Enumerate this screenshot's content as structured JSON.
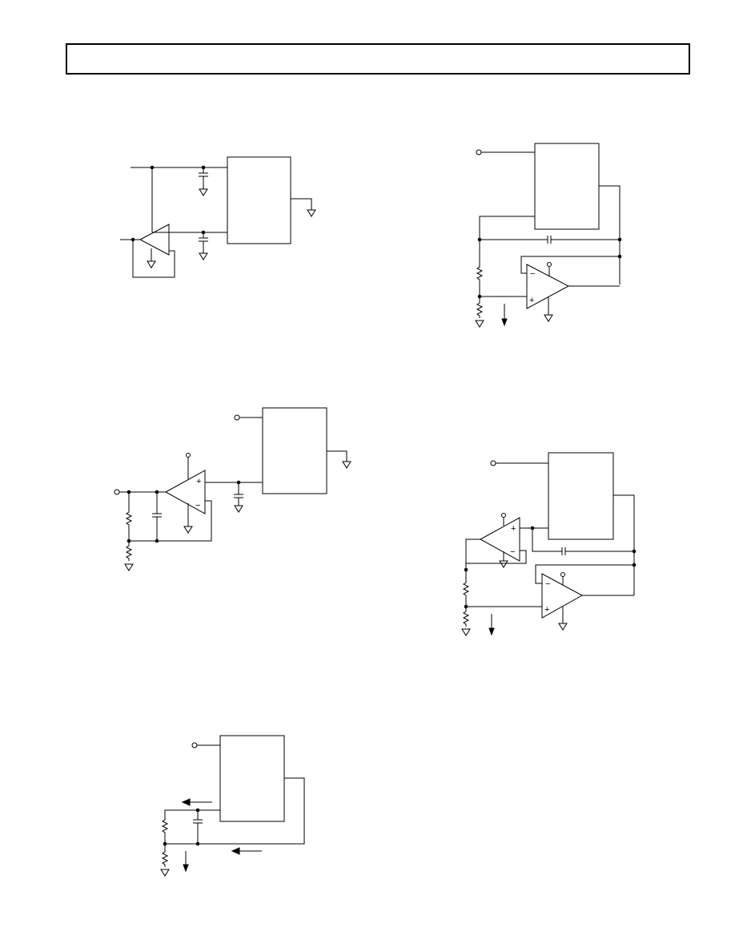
{
  "page": {
    "header_text": "",
    "figures": [
      {
        "id": "fig-1"
      },
      {
        "id": "fig-2"
      },
      {
        "id": "fig-3"
      },
      {
        "id": "fig-4"
      },
      {
        "id": "fig-5"
      }
    ]
  },
  "colors": {
    "stroke": "#000000",
    "background": "#ffffff"
  }
}
